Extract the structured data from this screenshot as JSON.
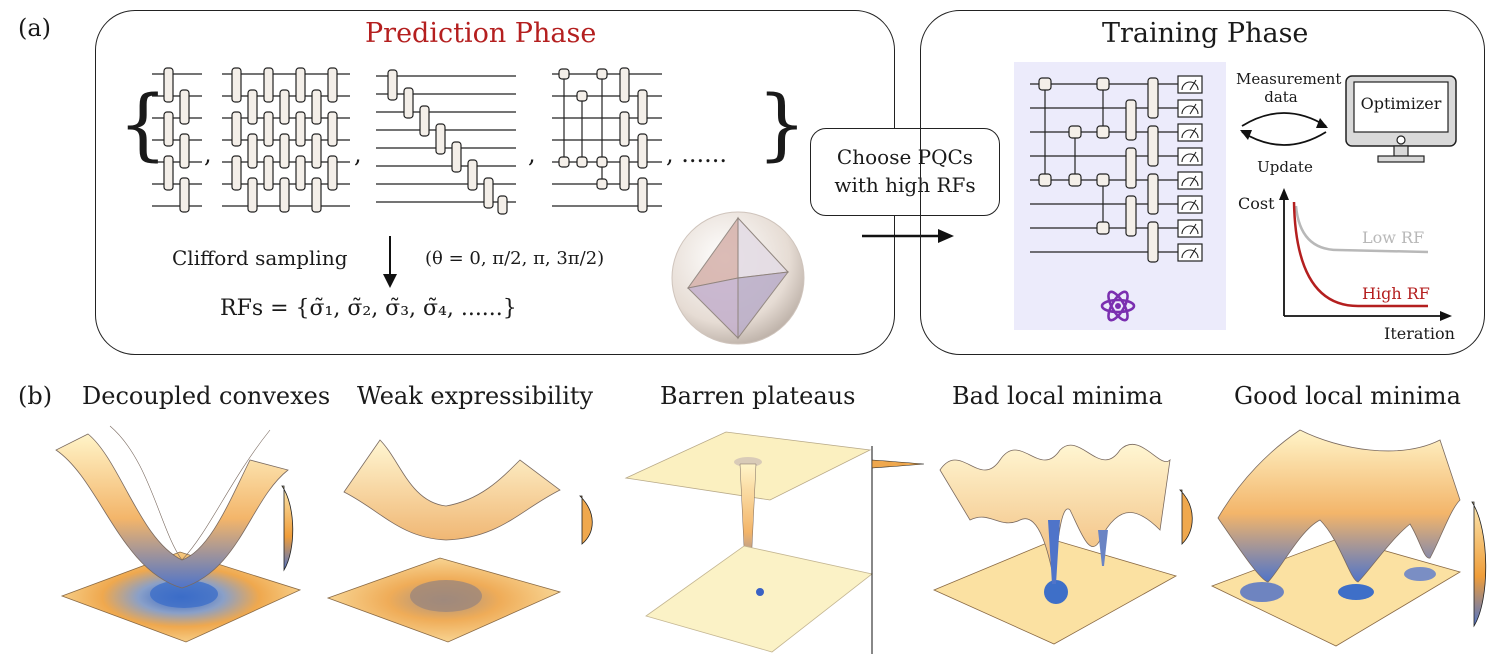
{
  "panel_a": {
    "label": "(a)",
    "prediction": {
      "title": "Prediction Phase",
      "title_color": "#b41f1f",
      "separator_comma": ",",
      "dots": ", ......",
      "clifford_sampling": "Clifford sampling",
      "angles": "(θ = 0, π/2, π, 3π/2)",
      "rfs_formula": "RFs = {σ̃₁, σ̃₂, σ̃₃, σ̃₄, ......}"
    },
    "choose_box": {
      "line1": "Choose PQCs",
      "line2": "with high RFs"
    },
    "training": {
      "title": "Training Phase",
      "measurement_line1": "Measurement",
      "measurement_line2": "data",
      "update": "Update",
      "optimizer": "Optimizer",
      "cost_axis": "Cost",
      "iteration_axis": "Iteration",
      "low_rf": "Low RF",
      "high_rf": "High RF",
      "low_rf_color": "#b8b8b8",
      "high_rf_color": "#b41f1f",
      "atom_color": "#7b2fb0",
      "circuit_bg": "#ecebfb"
    }
  },
  "panel_b": {
    "label": "(b)",
    "landscapes": [
      {
        "title": "Decoupled convexes"
      },
      {
        "title": "Weak expressibility"
      },
      {
        "title": "Barren plateaus"
      },
      {
        "title": "Bad local minima"
      },
      {
        "title": "Good local minima"
      }
    ]
  }
}
